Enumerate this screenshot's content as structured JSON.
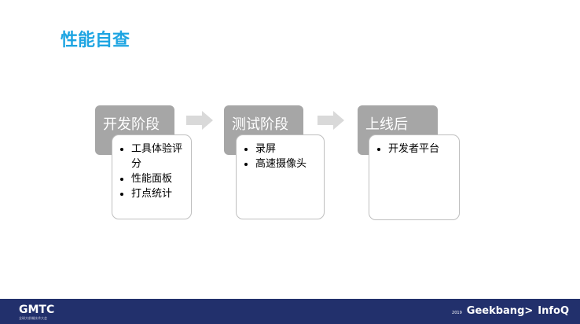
{
  "title": "性能自查",
  "stages": [
    {
      "label": "开发阶段",
      "items": [
        "工具体验评分",
        "性能面板",
        "打点统计"
      ]
    },
    {
      "label": "测试阶段",
      "items": [
        "录屏",
        "高速摄像头"
      ]
    },
    {
      "label": "上线后",
      "items": [
        "开发者平台"
      ]
    }
  ],
  "footer": {
    "logo": "GMTC",
    "logo_sub": "全球大前端技术大会",
    "year": "2019",
    "brand1": "Geekbang>",
    "brand2": "InfoQ"
  }
}
